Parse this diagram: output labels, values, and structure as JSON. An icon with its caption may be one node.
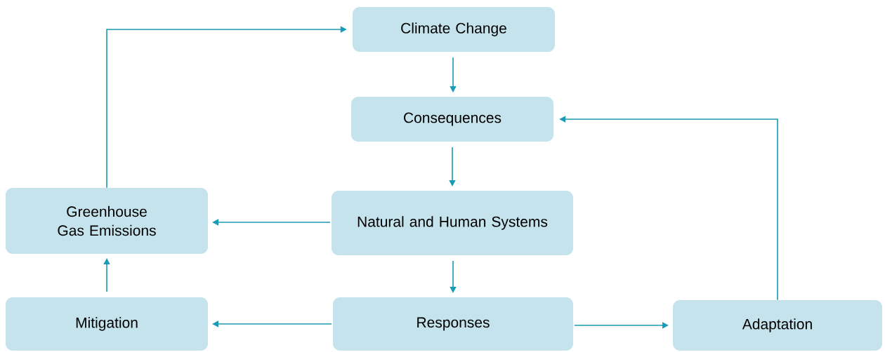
{
  "diagram": {
    "nodes": [
      {
        "text": [
          "Climate Change"
        ]
      },
      {
        "text": [
          "Consequences"
        ]
      },
      {
        "text": [
          "Greenhouse Gas Emissions"
        ]
      },
      {
        "text": [
          "Natural and Human Systems"
        ]
      },
      {
        "text": [
          "Mitigation"
        ]
      },
      {
        "text": [
          "Responses"
        ]
      },
      {
        "text": [
          "Adaptation"
        ]
      }
    ],
    "edges": [
      {
        "from": 0,
        "to": 1,
        "arrow": "to"
      },
      {
        "from": 1,
        "to": 3,
        "arrow": "to"
      },
      {
        "from": 3,
        "to": 2,
        "arrow": "to"
      },
      {
        "from": 3,
        "to": 5,
        "arrow": "to"
      },
      {
        "from": 5,
        "to": 4,
        "arrow": "to"
      },
      {
        "from": 5,
        "to": 6,
        "arrow": "to"
      },
      {
        "from": 4,
        "to": 2,
        "arrow": "to"
      },
      {
        "from": 2,
        "to": 0,
        "arrow": "to"
      },
      {
        "from": 6,
        "to": 1,
        "arrow": "to"
      }
    ]
  }
}
